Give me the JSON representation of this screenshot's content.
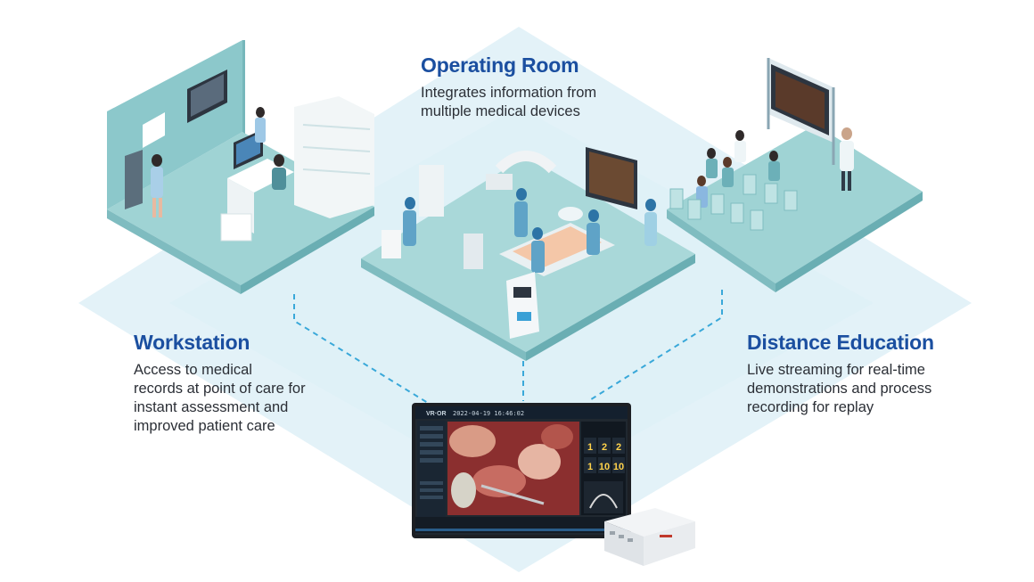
{
  "sections": {
    "operating_room": {
      "title": "Operating Room",
      "description": "Integrates information from\nmultiple medical devices"
    },
    "workstation": {
      "title": "Workstation",
      "description": "Access to medical\nrecords at point of care for\ninstant assessment and\nimproved patient care"
    },
    "distance_education": {
      "title": "Distance Education",
      "description": "Live streaming for real-time\ndemonstrations and process\nrecording for replay"
    }
  },
  "monitor": {
    "header": "2022-04-19 16:46:02",
    "vitals": [
      "1",
      "2",
      "2",
      "1",
      "10",
      "10"
    ]
  },
  "colors": {
    "heading": "#1b4fa0",
    "background_diamond": "#e3f2f8",
    "floor": "#9fd3d4",
    "wall": "#8cc8cb"
  }
}
